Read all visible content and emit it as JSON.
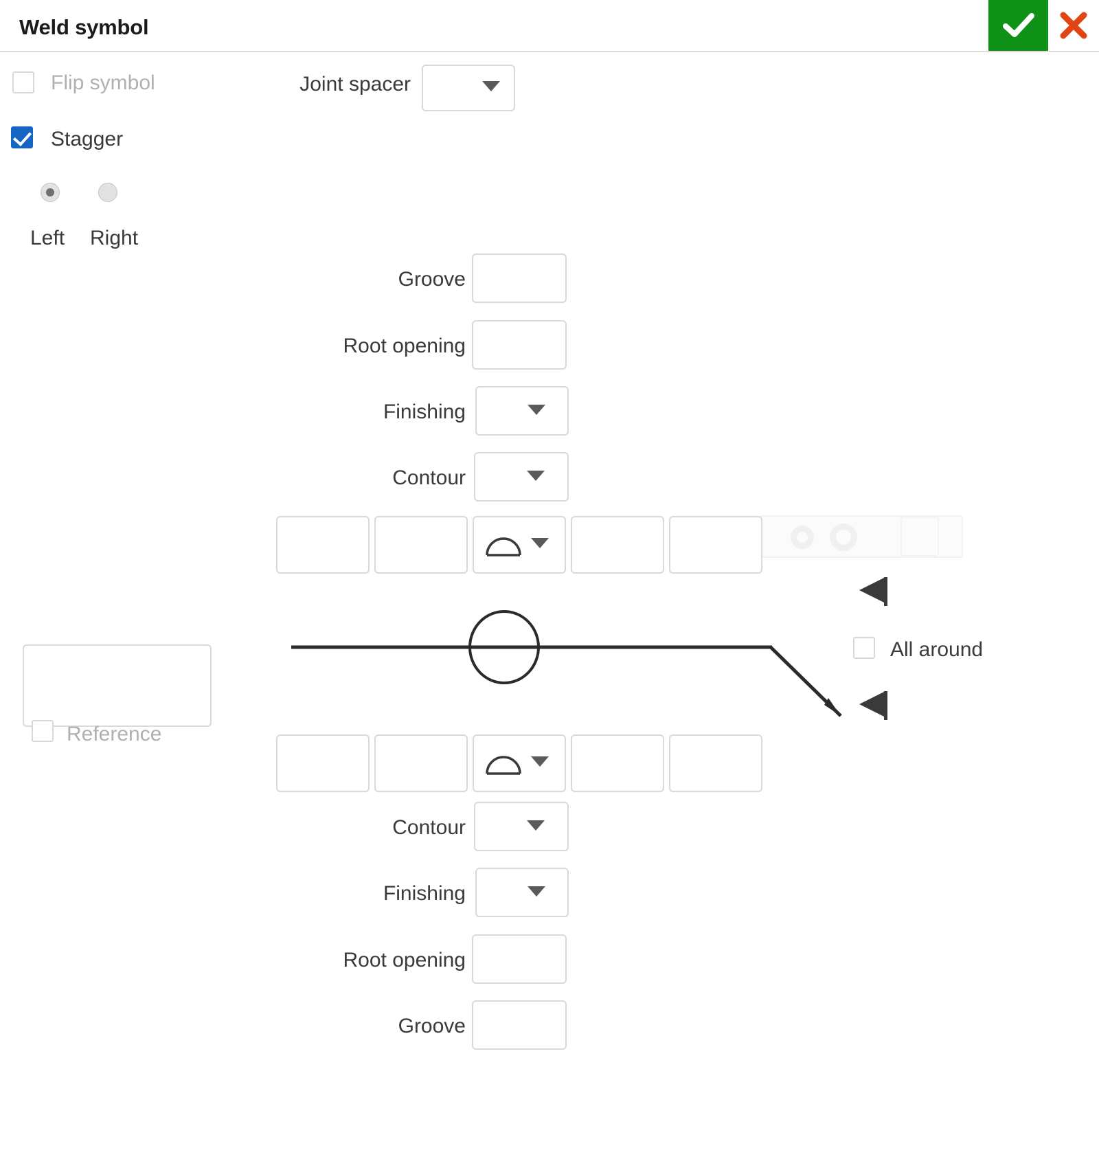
{
  "window": {
    "title": "Weld symbol",
    "accept_icon": "check-icon",
    "cancel_icon": "close-icon",
    "accept_color": "#0f9118",
    "cancel_color": "#e04613"
  },
  "options": {
    "flip_symbol": {
      "label": "Flip symbol",
      "checked": false,
      "enabled": false
    },
    "stagger": {
      "label": "Stagger",
      "checked": true,
      "enabled": true
    },
    "stagger_side": {
      "selected": "Left",
      "choices": [
        {
          "label": "Left",
          "selected": true
        },
        {
          "label": "Right",
          "selected": false
        }
      ]
    },
    "joint_spacer": {
      "label": "Joint spacer",
      "value": "",
      "type": "dropdown"
    },
    "all_around": {
      "label": "All around",
      "checked": false
    },
    "reference": {
      "label": "Reference",
      "checked": false,
      "enabled": false
    },
    "reference_box": {
      "value": ""
    }
  },
  "top_fields": [
    {
      "label": "Groove",
      "value": "",
      "type": "text"
    },
    {
      "label": "Root opening",
      "value": "",
      "type": "text"
    },
    {
      "label": "Finishing",
      "value": "",
      "type": "dropdown"
    },
    {
      "label": "Contour",
      "value": "",
      "type": "dropdown"
    }
  ],
  "bottom_fields": [
    {
      "label": "Contour",
      "value": "",
      "type": "dropdown"
    },
    {
      "label": "Finishing",
      "value": "",
      "type": "dropdown"
    },
    {
      "label": "Root opening",
      "value": "",
      "type": "text"
    },
    {
      "label": "Groove",
      "value": "",
      "type": "text"
    }
  ],
  "top_symbol_row": [
    {
      "name": "size-left",
      "value": "",
      "type": "text"
    },
    {
      "name": "size-right",
      "value": "",
      "type": "text"
    },
    {
      "name": "weld-type",
      "value": "",
      "type": "symbol-dropdown",
      "symbol": "convex-fillet-arc-icon"
    },
    {
      "name": "pitch",
      "value": "",
      "type": "text"
    },
    {
      "name": "length",
      "value": "",
      "type": "text"
    }
  ],
  "bottom_symbol_row": [
    {
      "name": "size-left",
      "value": "",
      "type": "text"
    },
    {
      "name": "size-right",
      "value": "",
      "type": "text"
    },
    {
      "name": "weld-type",
      "value": "",
      "type": "symbol-dropdown",
      "symbol": "convex-fillet-arc-icon"
    },
    {
      "name": "pitch",
      "value": "",
      "type": "text"
    },
    {
      "name": "length",
      "value": "",
      "type": "text"
    }
  ],
  "disabled_strip": {
    "visible": true,
    "symbol": "field-weld-circle-icon"
  },
  "preview": {
    "reference_line_label": "weld-reference-line",
    "leader_label": "weld-leader-line",
    "arrowhead_label": "leader-arrowhead",
    "all_around_circle_label": "all-around-circle",
    "flag_top_label": "stagger-flag-top",
    "flag_bottom_label": "stagger-flag-bottom"
  }
}
